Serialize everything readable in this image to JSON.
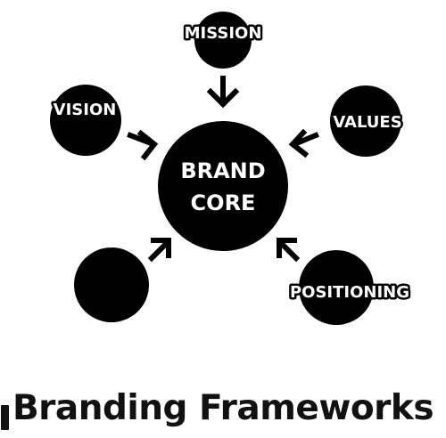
{
  "diagram": {
    "center": {
      "line1": "BRAND",
      "line2": "CORE"
    },
    "nodes": {
      "mission": "MISSION",
      "vision": "VISION",
      "values": "VALUES",
      "positioning": "POSITIONING",
      "unlabeled": ""
    }
  },
  "title": "Branding Frameworks",
  "stock_id": "1731592309",
  "colors": {
    "node_fill": "#000000",
    "background": "#ffffff",
    "label_text": "#ffffff"
  }
}
